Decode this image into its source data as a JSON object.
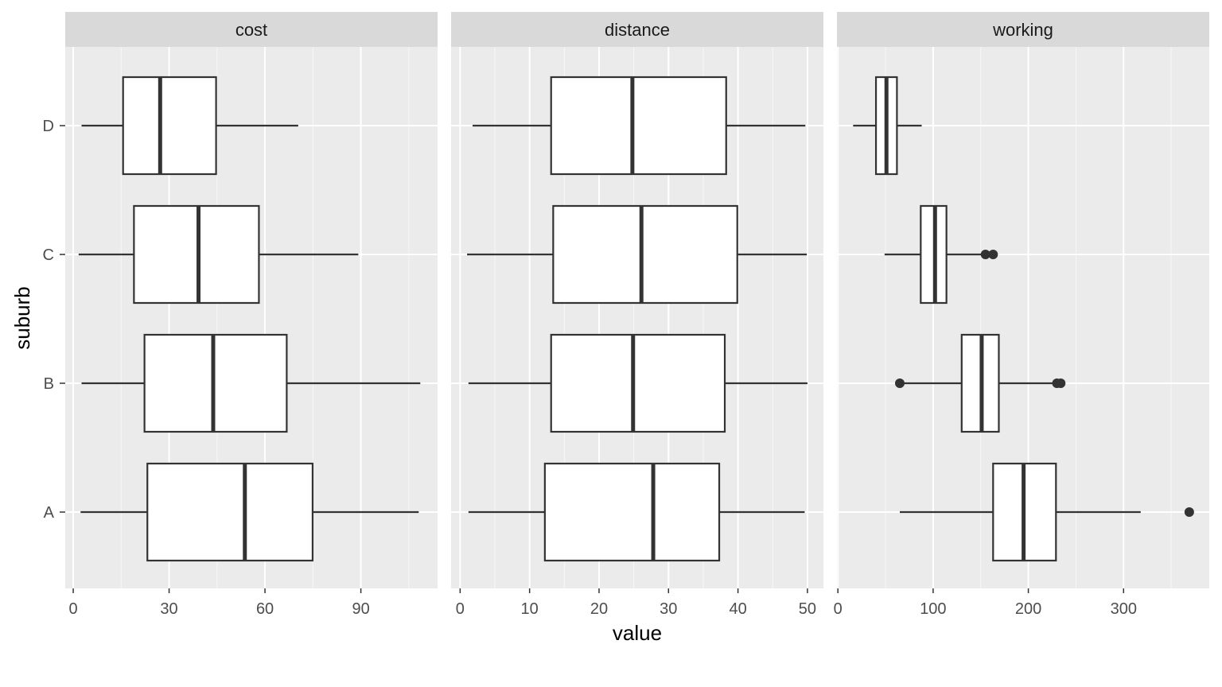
{
  "chart_data": {
    "type": "boxplot",
    "facets": [
      "cost",
      "distance",
      "working"
    ],
    "xlabel": "value",
    "ylabel": "suburb",
    "categories": [
      "A",
      "B",
      "C",
      "D"
    ],
    "panel_bg": "#ebebeb",
    "strip_bg": "#d9d9d9",
    "grid_color": "#ffffff",
    "box_fill": "#ffffff",
    "box_stroke": "#333333",
    "panels": [
      {
        "name": "cost",
        "xlim": [
          -2.5,
          114
        ],
        "ticks": [
          0,
          30,
          60,
          90
        ],
        "tick_labels": [
          "0",
          "30",
          "60",
          "90"
        ],
        "boxes": [
          {
            "category": "A",
            "lower_whisker": 2.3,
            "q1": 23.2,
            "median": 53.7,
            "q3": 74.9,
            "upper_whisker": 108.1,
            "outliers": []
          },
          {
            "category": "B",
            "lower_whisker": 2.6,
            "q1": 22.3,
            "median": 43.8,
            "q3": 66.8,
            "upper_whisker": 108.6,
            "outliers": []
          },
          {
            "category": "C",
            "lower_whisker": 1.7,
            "q1": 19.0,
            "median": 39.2,
            "q3": 58.1,
            "upper_whisker": 89.2,
            "outliers": []
          },
          {
            "category": "D",
            "lower_whisker": 2.6,
            "q1": 15.6,
            "median": 27.2,
            "q3": 44.7,
            "upper_whisker": 70.4,
            "outliers": []
          }
        ]
      },
      {
        "name": "distance",
        "xlim": [
          -1.3,
          52.3
        ],
        "ticks": [
          0,
          10,
          20,
          30,
          40,
          50
        ],
        "tick_labels": [
          "0",
          "10",
          "20",
          "30",
          "40",
          "50"
        ],
        "boxes": [
          {
            "category": "A",
            "lower_whisker": 1.2,
            "q1": 12.2,
            "median": 27.8,
            "q3": 37.3,
            "upper_whisker": 49.6,
            "outliers": []
          },
          {
            "category": "B",
            "lower_whisker": 1.2,
            "q1": 13.1,
            "median": 24.9,
            "q3": 38.1,
            "upper_whisker": 50.0,
            "outliers": []
          },
          {
            "category": "C",
            "lower_whisker": 1.0,
            "q1": 13.4,
            "median": 26.1,
            "q3": 39.9,
            "upper_whisker": 49.9,
            "outliers": []
          },
          {
            "category": "D",
            "lower_whisker": 1.8,
            "q1": 13.1,
            "median": 24.8,
            "q3": 38.3,
            "upper_whisker": 49.7,
            "outliers": []
          }
        ]
      },
      {
        "name": "working",
        "xlim": [
          -1,
          390
        ],
        "ticks": [
          0,
          100,
          200,
          300
        ],
        "tick_labels": [
          "0",
          "100",
          "200",
          "300"
        ],
        "boxes": [
          {
            "category": "A",
            "lower_whisker": 65,
            "q1": 163,
            "median": 195,
            "q3": 229,
            "upper_whisker": 318,
            "outliers": [
              369
            ]
          },
          {
            "category": "B",
            "lower_whisker": 65,
            "q1": 130,
            "median": 151,
            "q3": 169,
            "upper_whisker": 230,
            "outliers": [
              65,
              230,
              234
            ]
          },
          {
            "category": "C",
            "lower_whisker": 49,
            "q1": 87,
            "median": 102,
            "q3": 114,
            "upper_whisker": 155,
            "outliers": [
              155,
              163
            ]
          },
          {
            "category": "D",
            "lower_whisker": 16,
            "q1": 40,
            "median": 51,
            "q3": 62,
            "upper_whisker": 88,
            "outliers": []
          }
        ]
      }
    ]
  }
}
